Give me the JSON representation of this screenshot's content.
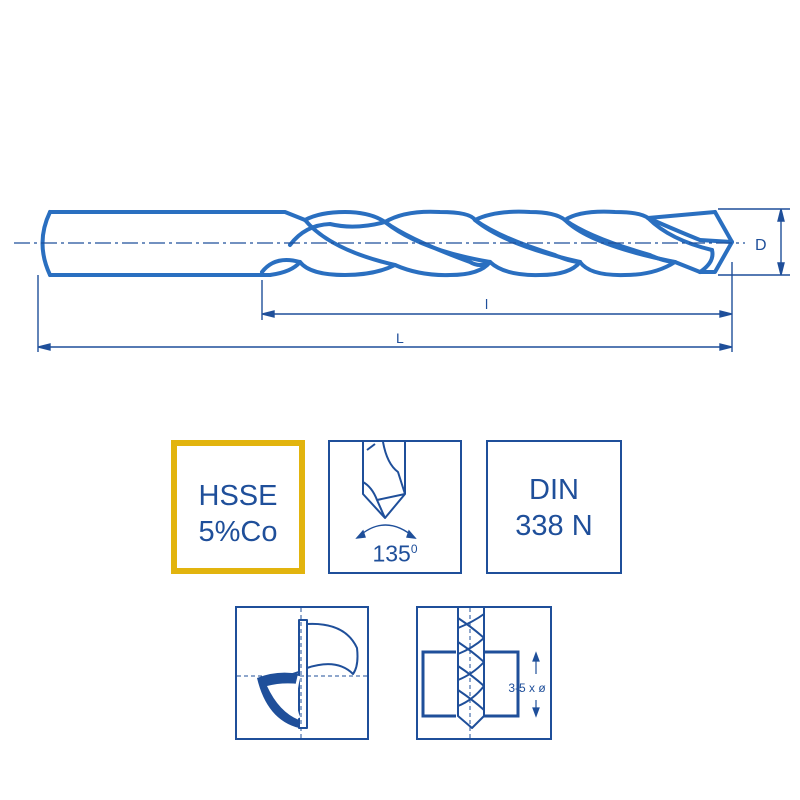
{
  "drawing": {
    "dim_total_length": "L",
    "dim_flute_length": "l",
    "dim_diameter": "D"
  },
  "badges": {
    "material_line1": "HSSE",
    "material_line2": "5%Co",
    "point_angle": "135",
    "point_angle_unit": "0",
    "standard_line1": "DIN",
    "standard_line2": "338 N",
    "depth_label": "3-5 x ø"
  },
  "colors": {
    "drawing_blue": "#1f4f9a",
    "drill_blue": "#2a6fc0",
    "material_border_gold": "#e2b40e"
  }
}
